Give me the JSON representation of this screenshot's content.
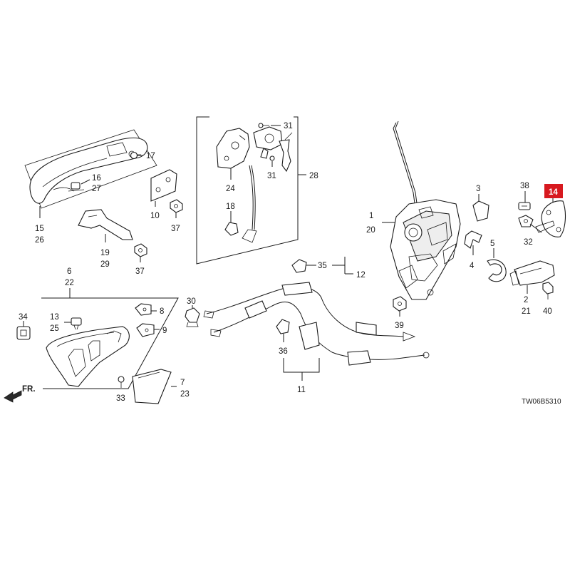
{
  "diagram": {
    "code": "TW06B5310",
    "front_label": "FR.",
    "highlight_color": "#d7191f",
    "callouts": {
      "c1": "1",
      "c2": "2",
      "c3": "3",
      "c4": "4",
      "c5": "5",
      "c6": "6",
      "c7": "7",
      "c8": "8",
      "c9": "9",
      "c10": "10",
      "c11": "11",
      "c12": "12",
      "c13": "13",
      "c14": "14",
      "c15": "15",
      "c16": "16",
      "c17": "17",
      "c18": "18",
      "c19": "19",
      "c20": "20",
      "c21": "21",
      "c22": "22",
      "c23": "23",
      "c24": "24",
      "c25": "25",
      "c26": "26",
      "c27": "27",
      "c28": "28",
      "c29": "29",
      "c30": "30",
      "c31": "31",
      "c32": "32",
      "c33": "33",
      "c34": "34",
      "c35": "35",
      "c36": "36",
      "c37a": "37",
      "c37b": "37",
      "c38": "38",
      "c39": "39",
      "c40": "40"
    }
  }
}
